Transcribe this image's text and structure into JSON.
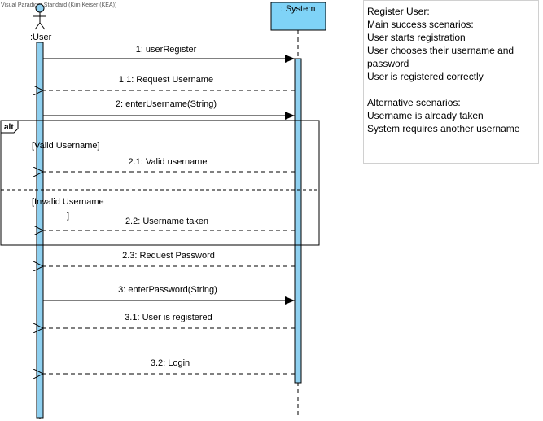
{
  "watermark": "Visual Paradigm Standard (Kim Keiser (KEA))",
  "lifelines": {
    "user": {
      "label": ":User"
    },
    "system": {
      "label": ": System"
    }
  },
  "fragment": {
    "operator": "alt",
    "guard_1": "[Valid Username]",
    "guard_2_line1": "[Invalid Username",
    "guard_2_line2": "]"
  },
  "messages": [
    {
      "label": "1: userRegister",
      "kind": "call"
    },
    {
      "label": "1.1: Request Username",
      "kind": "reply"
    },
    {
      "label": "2: enterUsername(String)",
      "kind": "call"
    },
    {
      "label": "2.1: Valid username",
      "kind": "reply"
    },
    {
      "label": "2.2: Username taken",
      "kind": "reply"
    },
    {
      "label": "2.3: Request Password",
      "kind": "reply"
    },
    {
      "label": "3: enterPassword(String)",
      "kind": "call"
    },
    {
      "label": "3.1: User is registered",
      "kind": "reply"
    },
    {
      "label": "3.2: Login",
      "kind": "reply"
    }
  ],
  "note": {
    "title": "Register User:",
    "main_heading": "Main success scenarios:",
    "main_1": "User starts registration",
    "main_2a": "User chooses their username and",
    "main_2b": "password",
    "main_3": "User is registered correctly",
    "alt_heading": "Alternative scenarios:",
    "alt_1": "Username is already taken",
    "alt_2": "System requires another username"
  },
  "colors": {
    "activation": "#8fd0f0",
    "system_head": "#7fd3f7",
    "line": "#000000",
    "note_border": "#d0d0d0"
  }
}
